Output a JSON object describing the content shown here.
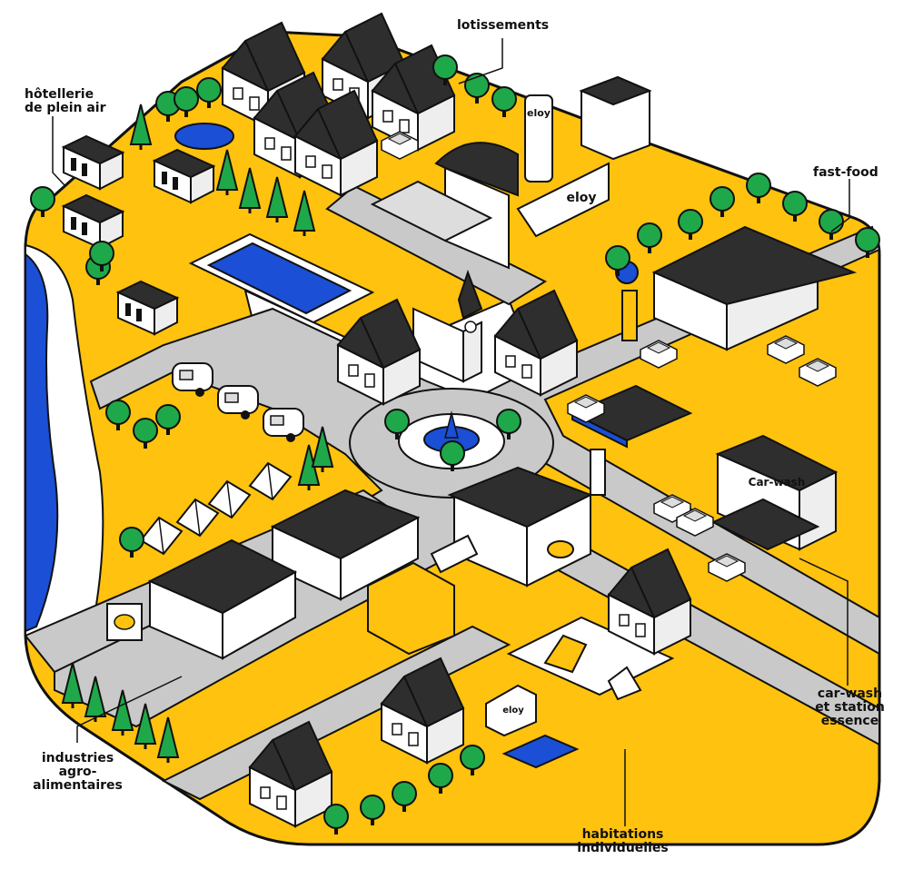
{
  "labels": {
    "lotissements": "lotissements",
    "hotellerie_line1": "hôtellerie",
    "hotellerie_line2": "de plein air",
    "fast_food": "fast-food",
    "industries_line1": "industries",
    "industries_line2": "agro-",
    "industries_line3": "alimentaires",
    "carwash_line1": "car-wash",
    "carwash_line2": "et station",
    "carwash_line3": "essence",
    "habitations_line1": "habitations",
    "habitations_line2": "individuelles"
  },
  "brand": {
    "logo_text": "eloy",
    "carwash_sign": "Car-wash"
  },
  "colors": {
    "ground_yellow": "#FFC20E",
    "road_gray": "#C9C9C9",
    "water_blue": "#1A4FD6",
    "roof_dark": "#2E2E2E",
    "tree_green": "#1FA84A",
    "outline": "#111111"
  }
}
